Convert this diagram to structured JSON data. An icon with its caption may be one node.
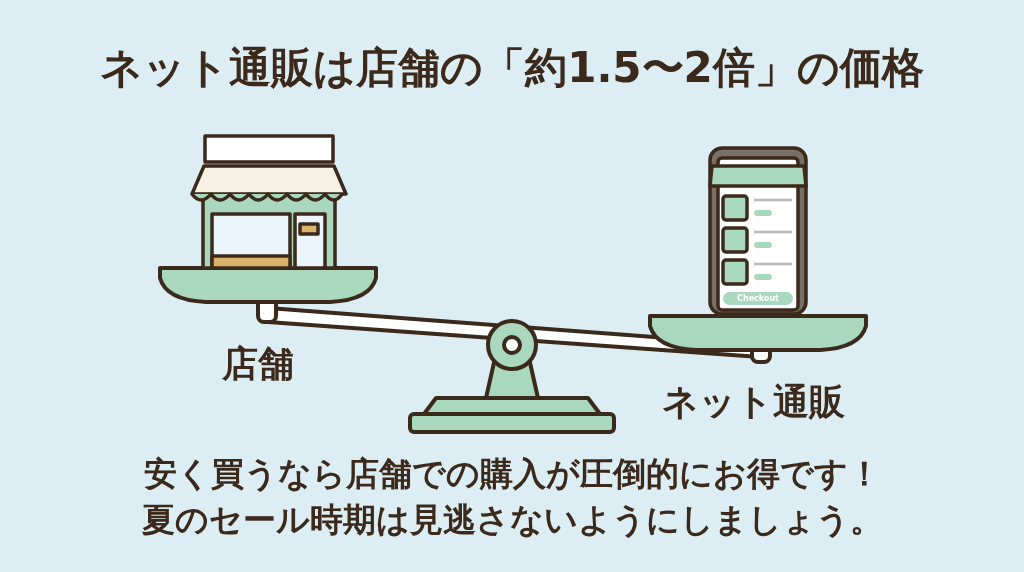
{
  "diagram": {
    "title": "ネット通販は店舗の「約1.5〜2倍」の価格",
    "labels": [
      "Checkout",
      "店舗",
      "ネット通販",
      "安く買うなら店舗での購入が圧倒的にお得です！",
      "夏のセール時期は見逃さないようにしましょう。"
    ]
  }
}
